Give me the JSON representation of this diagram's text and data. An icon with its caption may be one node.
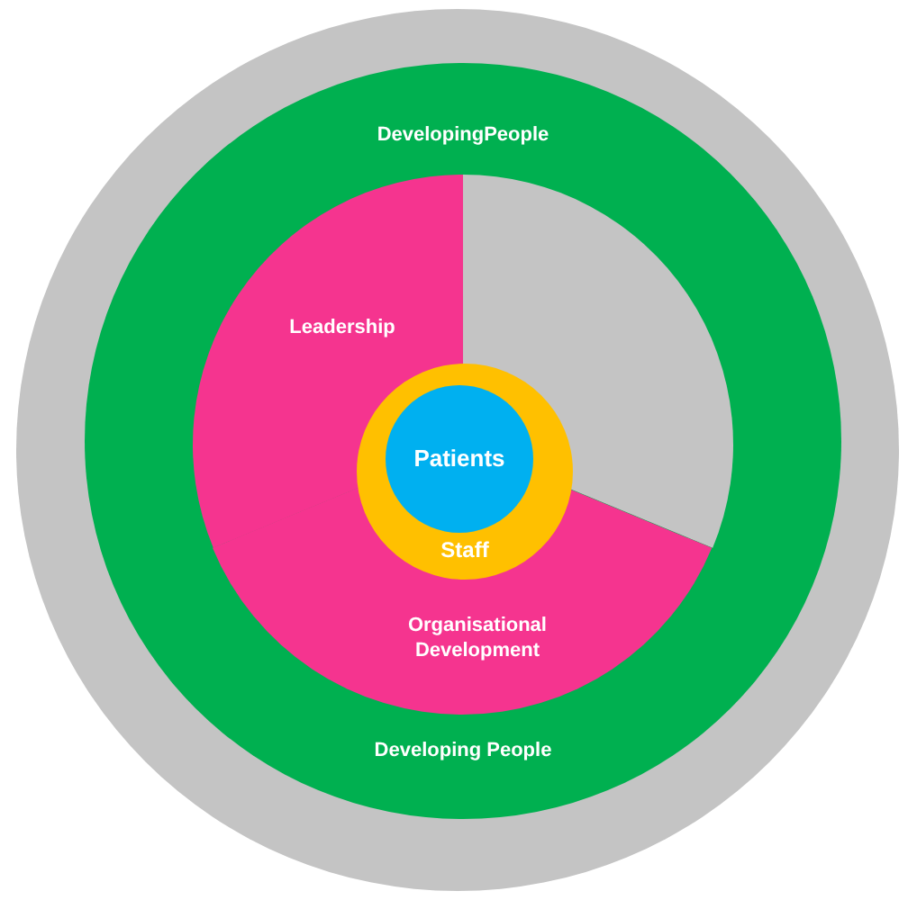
{
  "diagram": {
    "nodes": [
      {
        "text": [],
        "shape": "circle"
      },
      {
        "text": [
          "DevelopingPeople",
          "Developing People"
        ],
        "in": 0
      },
      {
        "text": [
          "Leadership"
        ],
        "in": 1
      },
      {
        "text": [],
        "shape": "sector",
        "in": 1
      },
      {
        "text": [
          "Organisational Development"
        ],
        "in": 1
      },
      {
        "text": [
          "Staff"
        ],
        "in": 1
      },
      {
        "text": [
          "Patients"
        ],
        "in": 5
      }
    ]
  }
}
